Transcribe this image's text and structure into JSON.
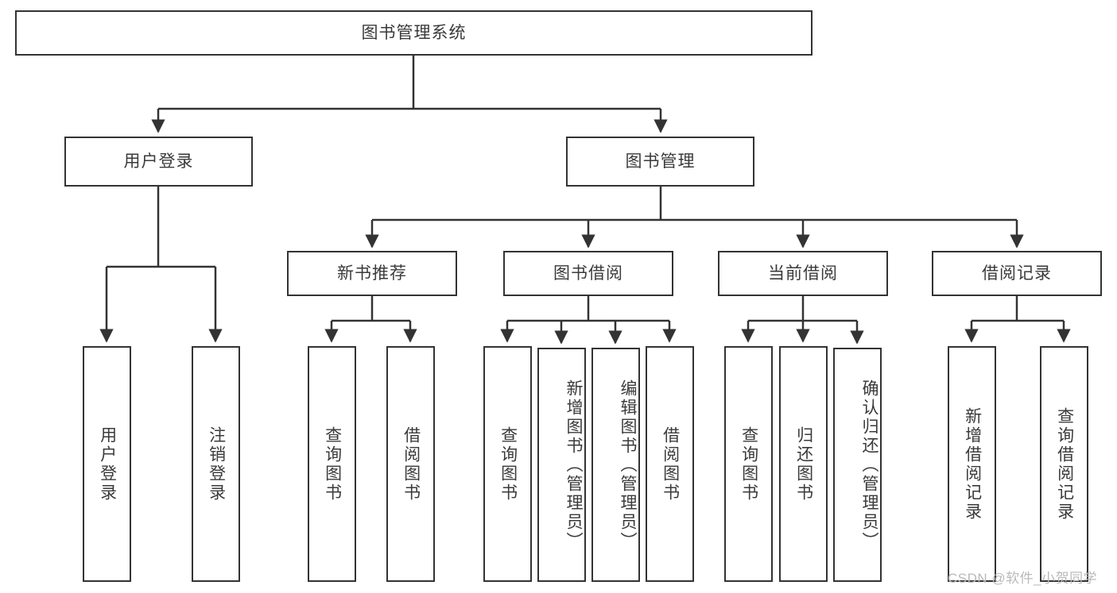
{
  "diagram": {
    "title_node": {
      "label": "图书管理系统"
    },
    "level2": [
      {
        "label": "用户登录"
      },
      {
        "label": "图书管理"
      }
    ],
    "level3": [
      {
        "label": "新书推荐"
      },
      {
        "label": "图书借阅"
      },
      {
        "label": "当前借阅"
      },
      {
        "label": "借阅记录"
      }
    ],
    "leaves": [
      {
        "label": "用户登录"
      },
      {
        "label": "注销登录"
      },
      {
        "label": "查询图书"
      },
      {
        "label": "借阅图书"
      },
      {
        "label": "查询图书"
      },
      {
        "label": "新增图书（管理员）"
      },
      {
        "label": "编辑图书（管理员）"
      },
      {
        "label": "借阅图书"
      },
      {
        "label": "查询图书"
      },
      {
        "label": "归还图书"
      },
      {
        "label": "确认归还（管理员）"
      },
      {
        "label": "新增借阅记录"
      },
      {
        "label": "查询借阅记录"
      }
    ]
  },
  "watermark": {
    "text": "CSDN @软件_小贺同学"
  },
  "colors": {
    "border": "#333333",
    "fill": "#ffffff",
    "text": "#3a3a3a",
    "watermark": "#b9b9b9"
  }
}
